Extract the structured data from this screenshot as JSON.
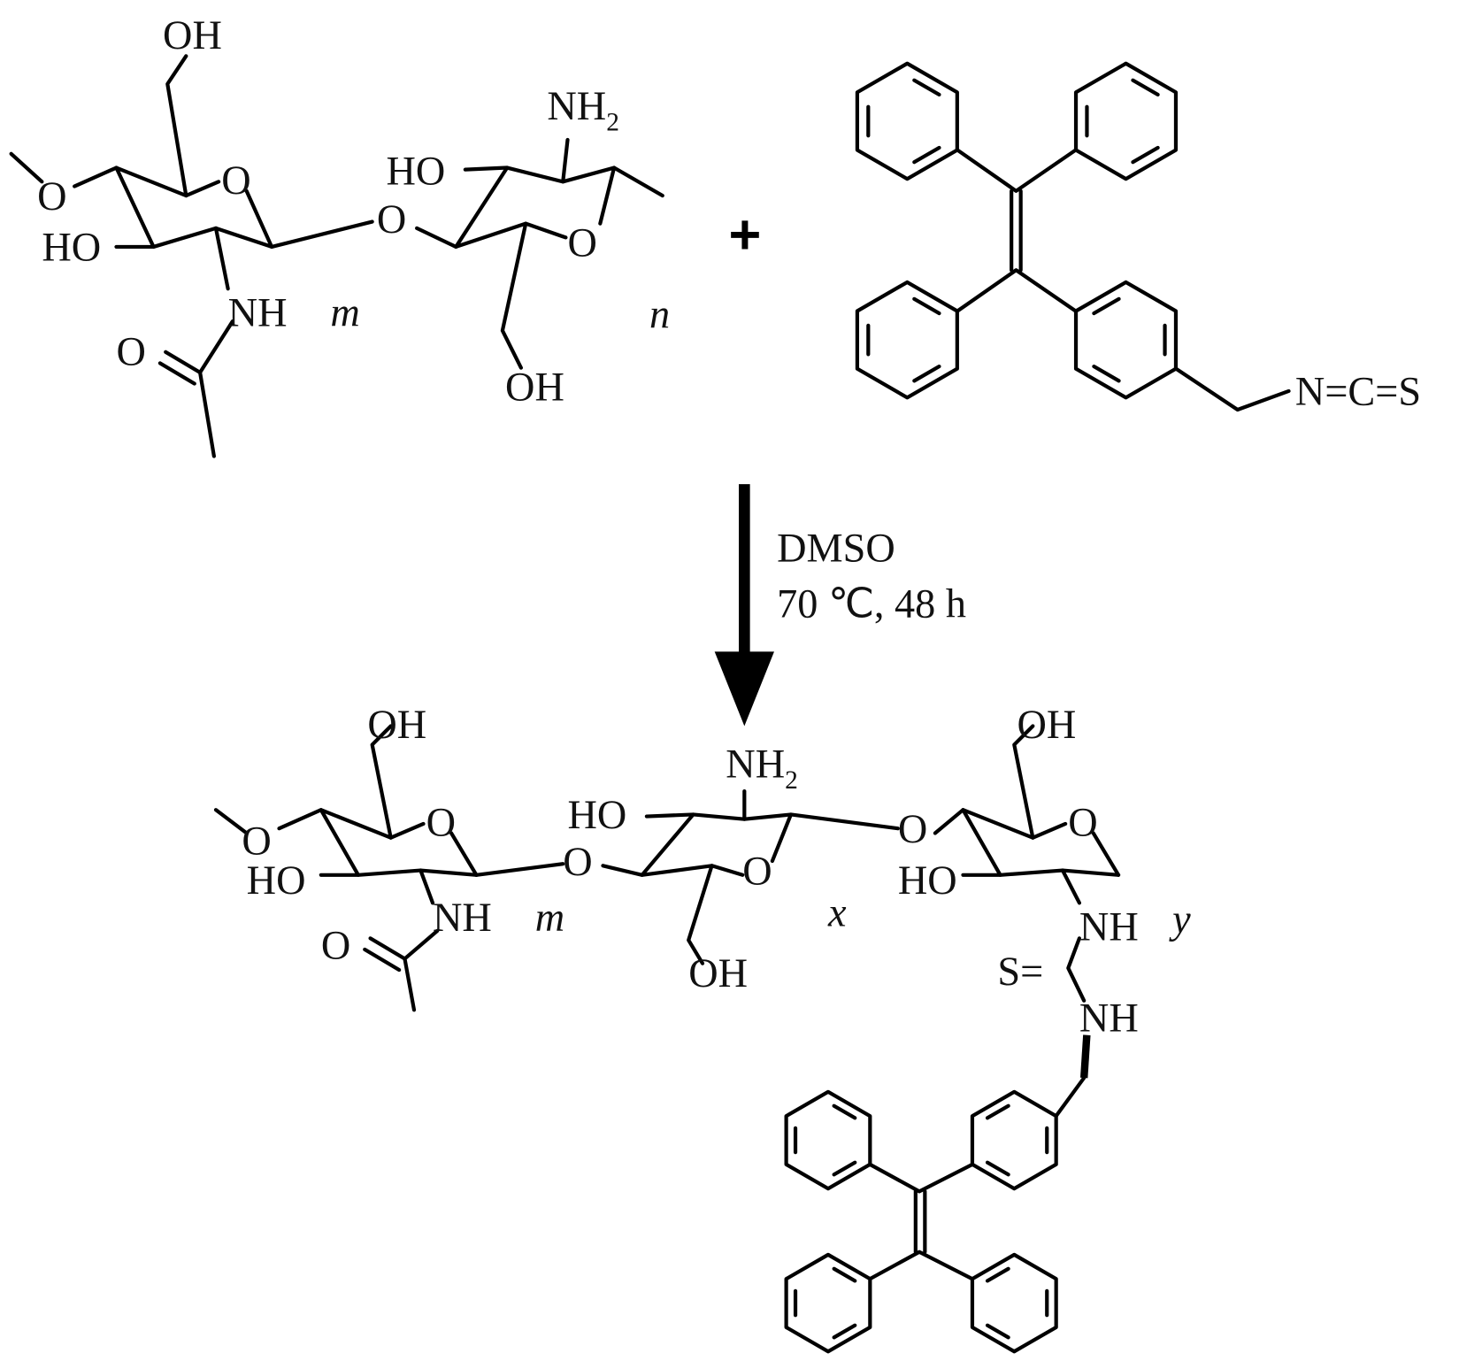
{
  "reactant_chitosan": {
    "oh_top": "OH",
    "bridge_o_left": "O",
    "ring_o_1": "O",
    "ho_1": "HO",
    "nh": "NH",
    "carbonyl_o": "O",
    "index_m": "m",
    "glyco_o": "O",
    "ho_2": "HO",
    "nh2": "NH",
    "nh2_sub": "2",
    "ring_o_2": "O",
    "oh_bottom": "OH",
    "index_n": "n"
  },
  "plus": "+",
  "reactant_tpe": {
    "isothiocyanate": "N=C=S"
  },
  "conditions": {
    "solvent": "DMSO",
    "temp_time": "70 ℃, 48 h"
  },
  "product": {
    "oh_1": "OH",
    "bridge_o_left": "O",
    "ring_o_1": "O",
    "ho_1": "HO",
    "nh_1": "NH",
    "carbonyl_o": "O",
    "index_m": "m",
    "glyco_o_1": "O",
    "ho_2": "HO",
    "nh2": "NH",
    "nh2_sub": "2",
    "ring_o_2": "O",
    "oh_2": "OH",
    "index_x": "x",
    "glyco_o_2": "O",
    "oh_3": "OH",
    "ring_o_3": "O",
    "ho_3": "HO",
    "nh_2": "NH",
    "index_y": "y",
    "thione_s": "S=",
    "nh_3": "NH"
  }
}
